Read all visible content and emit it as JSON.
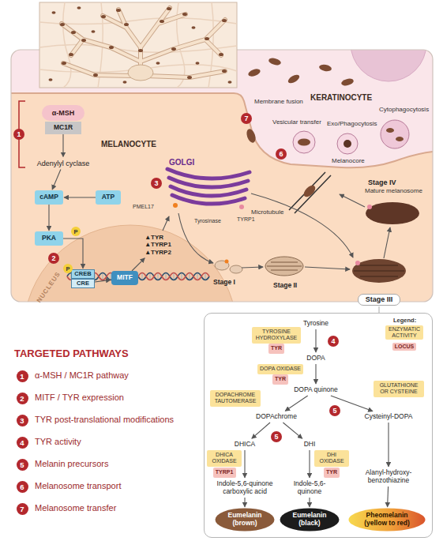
{
  "diagram": {
    "nodes": [
      {
        "text": [
          "α-MSH"
        ]
      },
      {
        "text": [
          "MC1R"
        ]
      },
      {
        "text": [
          "Adenylyl cyclase"
        ]
      },
      {
        "text": [
          "cAMP"
        ]
      },
      {
        "text": [
          "ATP"
        ]
      },
      {
        "text": [
          "PKA"
        ]
      },
      {
        "text": [
          "CREB"
        ]
      },
      {
        "text": [
          "CRE"
        ]
      },
      {
        "text": [
          "MITF"
        ]
      },
      {
        "text": [
          "▲TYR ▲TYRP1 ▲TYRP2"
        ]
      },
      {
        "text": [
          "Stage III"
        ]
      },
      {
        "text": [
          "Tyrosine"
        ],
        "in": 10
      },
      {
        "text": [
          "TYROSINE HYDROXYLASE"
        ],
        "in": 10
      },
      {
        "text": [
          "TYR"
        ],
        "in": 10
      },
      {
        "text": [
          "DOPA"
        ],
        "in": 10
      },
      {
        "text": [
          "DOPA OXIDASE"
        ],
        "in": 10
      },
      {
        "text": [
          "TYR"
        ],
        "in": 10
      },
      {
        "text": [
          "DOPA quinone"
        ],
        "in": 10
      },
      {
        "text": [
          "DOPACHROME TAUTOMERASE"
        ],
        "in": 10
      },
      {
        "text": [
          "GLUTATHIONE OR CYSTEINE"
        ],
        "in": 10
      },
      {
        "text": [
          "DOPAchrome"
        ],
        "in": 10
      },
      {
        "text": [
          "Cysteinyl-DOPA"
        ],
        "in": 10
      },
      {
        "text": [
          "DHICA"
        ],
        "in": 10
      },
      {
        "text": [
          "DHI"
        ],
        "in": 10
      },
      {
        "text": [
          "DHICA OXIDASE"
        ],
        "in": 10
      },
      {
        "text": [
          "TYRP1"
        ],
        "in": 10
      },
      {
        "text": [
          "DHI OXIDASE"
        ],
        "in": 10
      },
      {
        "text": [
          "TYR"
        ],
        "in": 10
      },
      {
        "text": [
          "Indole-5,6-quinone carboxylic acid"
        ],
        "in": 10
      },
      {
        "text": [
          "Indole-5,6-quinone"
        ],
        "in": 10
      },
      {
        "text": [
          "Alanyl-hydroxy-benzothiazine"
        ],
        "in": 10
      },
      {
        "text": [
          "Eumelanin (brown)"
        ],
        "in": 10
      },
      {
        "text": [
          "Eumelanin (black)"
        ],
        "in": 10
      },
      {
        "text": [
          "Pheomelanin (yellow to red)"
        ],
        "in": 10
      }
    ],
    "edges": [
      {
        "from": 1,
        "to": 2,
        "arrow": "to"
      },
      {
        "from": 2,
        "to": 3,
        "arrow": "to"
      },
      {
        "from": 4,
        "to": 3,
        "arrow": "to"
      },
      {
        "from": 3,
        "to": 5,
        "arrow": "to"
      },
      {
        "from": 5,
        "to": 6,
        "arrow": "to"
      },
      {
        "from": 7,
        "to": 8,
        "arrow": "to"
      },
      {
        "from": 8,
        "to": 9,
        "arrow": "to"
      },
      {
        "from": 11,
        "to": 14,
        "arrow": "to"
      },
      {
        "from": 14,
        "to": 17,
        "arrow": "to"
      },
      {
        "from": 17,
        "to": 20,
        "arrow": "to"
      },
      {
        "from": 17,
        "to": 21,
        "arrow": "to"
      },
      {
        "from": 20,
        "to": 22,
        "arrow": "to"
      },
      {
        "from": 20,
        "to": 23,
        "arrow": "to"
      },
      {
        "from": 22,
        "to": 28,
        "arrow": "to"
      },
      {
        "from": 23,
        "to": 29,
        "arrow": "to"
      },
      {
        "from": 28,
        "to": 31,
        "arrow": "to"
      },
      {
        "from": 29,
        "to": 32,
        "arrow": "to"
      },
      {
        "from": 21,
        "to": 30,
        "arrow": "to"
      },
      {
        "from": 30,
        "to": 33,
        "arrow": "to"
      }
    ],
    "labels": [
      "MELANOCYTE",
      "KERATINOCYTE",
      "Membrane fusion",
      "Vesicular transfer",
      "Exo/Phagocytosis",
      "Cytophagocytosis",
      "Melanocore",
      "Microtubule",
      "Stage IV",
      "Mature melanosome",
      "GOLGI",
      "PMEL17",
      "Tyrosinase",
      "TYRP1",
      "Stage I",
      "Stage II",
      "NUCLEUS",
      "P",
      "P",
      "1",
      "2",
      "3",
      "6",
      "7",
      "4",
      "5",
      "5",
      "TARGETED PATHWAYS",
      "1",
      "α-MSH / MC1R pathway",
      "2",
      "MITF / TYR expression",
      "3",
      "TYR post-translational modifications",
      "4",
      "TYR activity",
      "5",
      "Melanin precursors",
      "6",
      "Melanosome transport",
      "7",
      "Melanosome transfer",
      "Legend:"
    ],
    "legend": [
      {
        "text": "ENZYMATIC ACTIVITY",
        "color": "#fbe29a"
      },
      {
        "text": "LOCUS",
        "color": "#f6c2bd"
      }
    ]
  }
}
